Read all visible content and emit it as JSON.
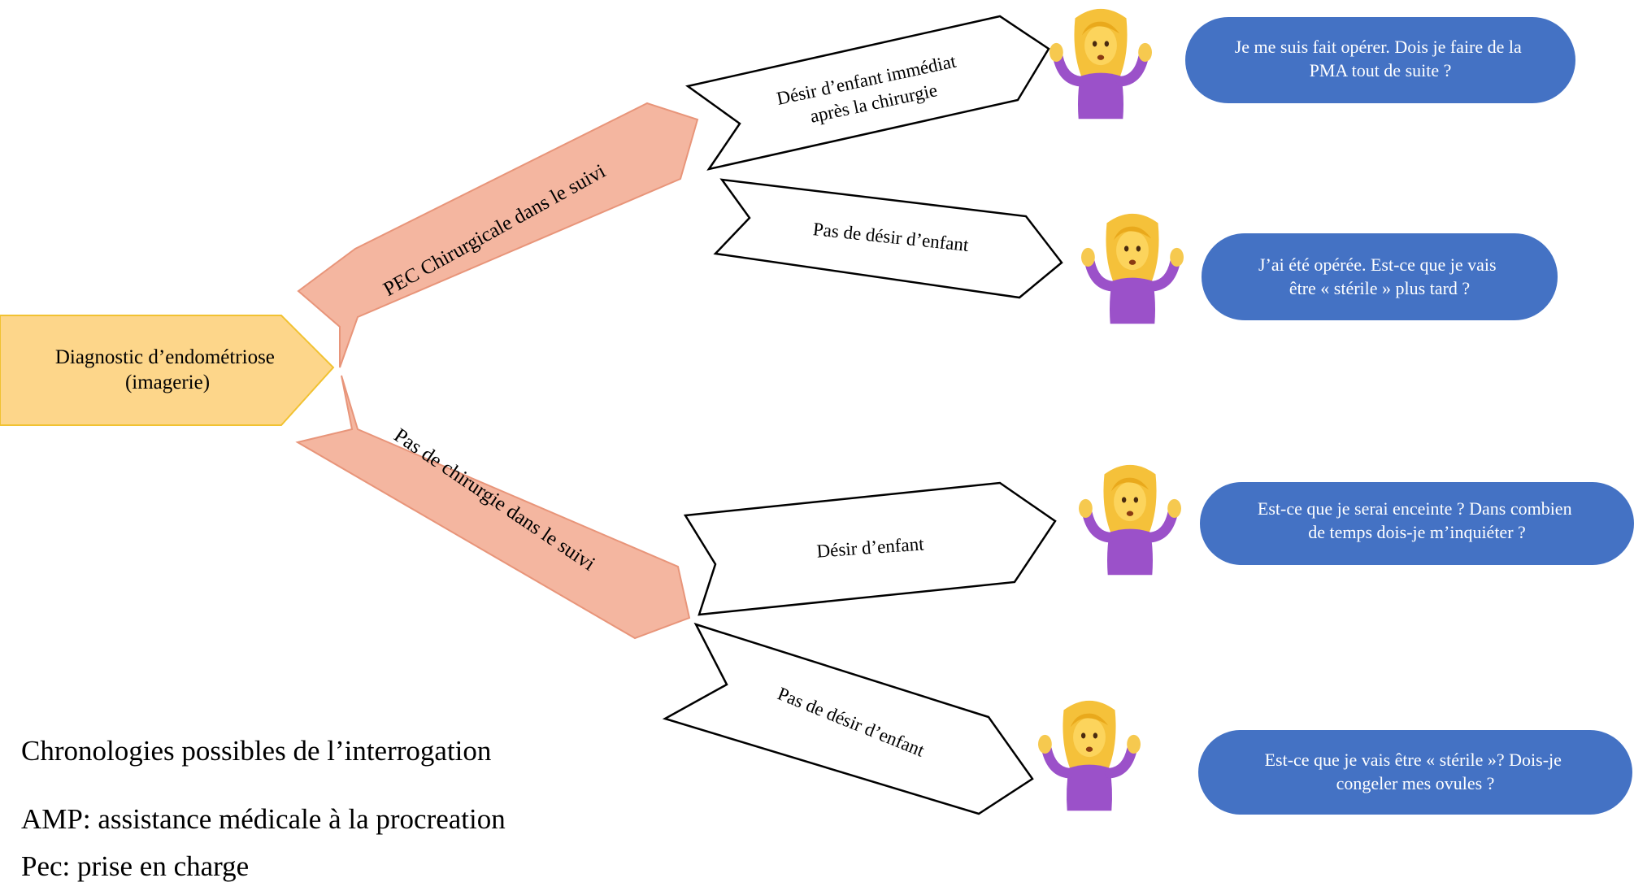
{
  "colors": {
    "root_fill": "#fdd68a",
    "root_stroke": "#f1c232",
    "branch_fill": "#f4b6a0",
    "branch_stroke": "#e8957a",
    "bubble_fill": "#4472c4",
    "bubble_text": "#ffffff",
    "outline": "#000000"
  },
  "root": {
    "line1": "Diagnostic d’endométriose",
    "line2": "(imagerie)"
  },
  "branches": {
    "surgery": "PEC Chirurgicale dans le suivi",
    "no_surgery": "Pas de chirurgie dans le suivi"
  },
  "leaves": {
    "desire_after_surgery": {
      "line1": "Désir d’enfant immédiat",
      "line2": "après la chirurgie"
    },
    "no_desire_surgery": "Pas de désir d’enfant",
    "desire": "Désir d’enfant",
    "no_desire": "Pas de désir d’enfant"
  },
  "questions": {
    "q1": {
      "line1": "Je me suis fait opérer. Dois je faire de la",
      "line2": "PMA tout de suite ?"
    },
    "q2": {
      "line1": "J’ai été opérée. Est-ce que je vais",
      "line2": "être « stérile » plus tard ?"
    },
    "q3": {
      "line1": "Est-ce que je serai enceinte ? Dans combien",
      "line2": "de temps dois-je m’inquiéter ?"
    },
    "q4": {
      "line1": "Est-ce que je vais être « stérile »? Dois-je",
      "line2": "congeler mes ovules ?"
    }
  },
  "icons": [
    "person-shrugging-icon",
    "person-shrugging-icon",
    "person-shrugging-icon",
    "person-shrugging-icon"
  ],
  "legend": {
    "title": "Chronologies possibles de l’interrogation",
    "amp": "AMP: assistance médicale à la procreation",
    "pec": "Pec: prise en charge"
  }
}
